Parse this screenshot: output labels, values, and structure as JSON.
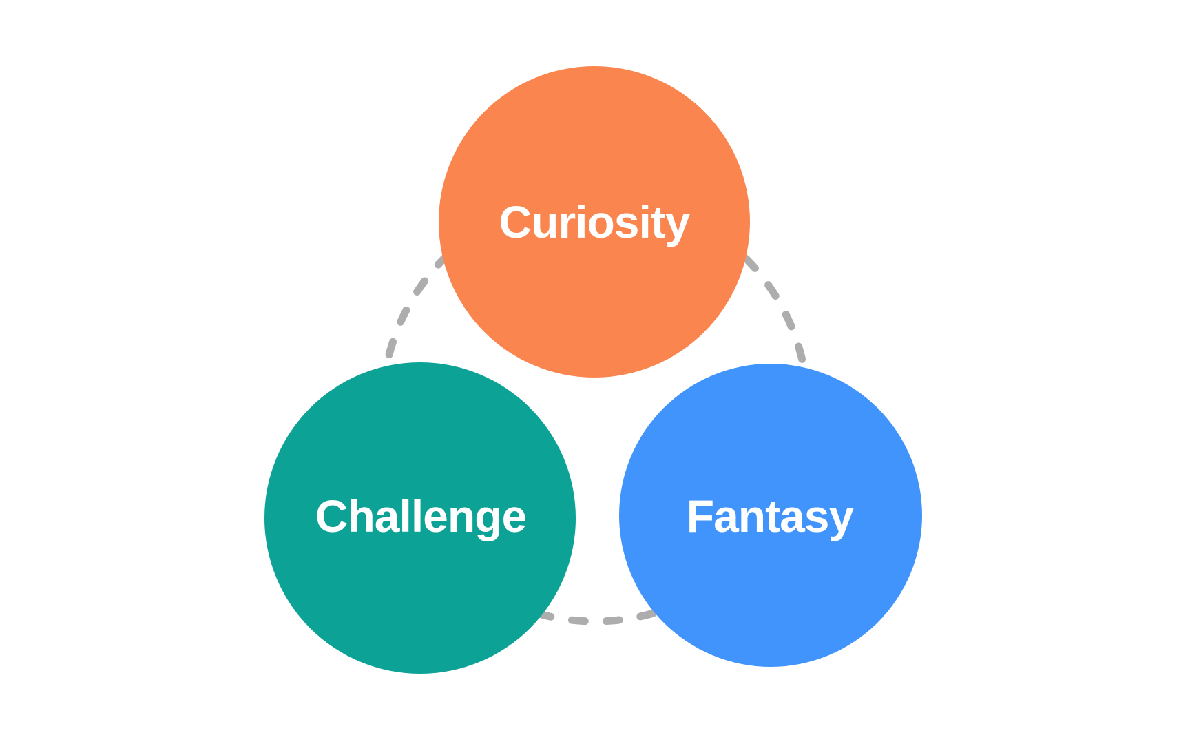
{
  "diagram": {
    "background_color": "#ffffff",
    "connector": {
      "shape": "dashed-circle",
      "color": "#adadad",
      "description": "dashed ring passing behind the three nodes"
    },
    "nodes": [
      {
        "id": "curiosity",
        "label": "Curiosity",
        "color": "#fa854e",
        "text_color": "#ffffff"
      },
      {
        "id": "challenge",
        "label": "Challenge",
        "color": "#0da296",
        "text_color": "#ffffff"
      },
      {
        "id": "fantasy",
        "label": "Fantasy",
        "color": "#4194fb",
        "text_color": "#ffffff"
      }
    ]
  }
}
